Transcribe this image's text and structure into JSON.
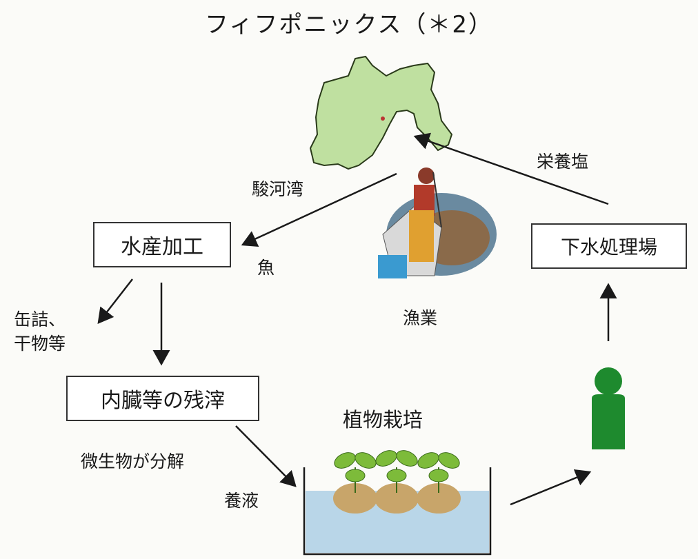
{
  "title": "フィフポニックス（＊2）",
  "nodes": {
    "suisan_kako": "水産加工",
    "naizo_zansa": "内臓等の残滓",
    "gesui_shorijo": "下水処理場"
  },
  "labels": {
    "suruga_bay": "駿河湾",
    "fish": "魚",
    "canned_dried_line1": "缶詰、",
    "canned_dried_line2": "干物等",
    "fishery": "漁業",
    "nutrient_salts": "栄養塩",
    "plant_cultivation": "植物栽培",
    "microbe_decompose": "微生物が分解",
    "nutrient_solution": "養液"
  },
  "colors": {
    "map_fill": "#bfe0a0",
    "map_stroke": "#2a3a1a",
    "person": "#1e8a2e",
    "water": "#b9d6e8",
    "leaf": "#7dbb3a",
    "soil": "#c8a56a"
  },
  "icons": {
    "map": "shizuoka-map-icon",
    "fisherman": "fisherman-illustration",
    "person": "person-icon",
    "planter": "hydroponic-planter-icon"
  }
}
